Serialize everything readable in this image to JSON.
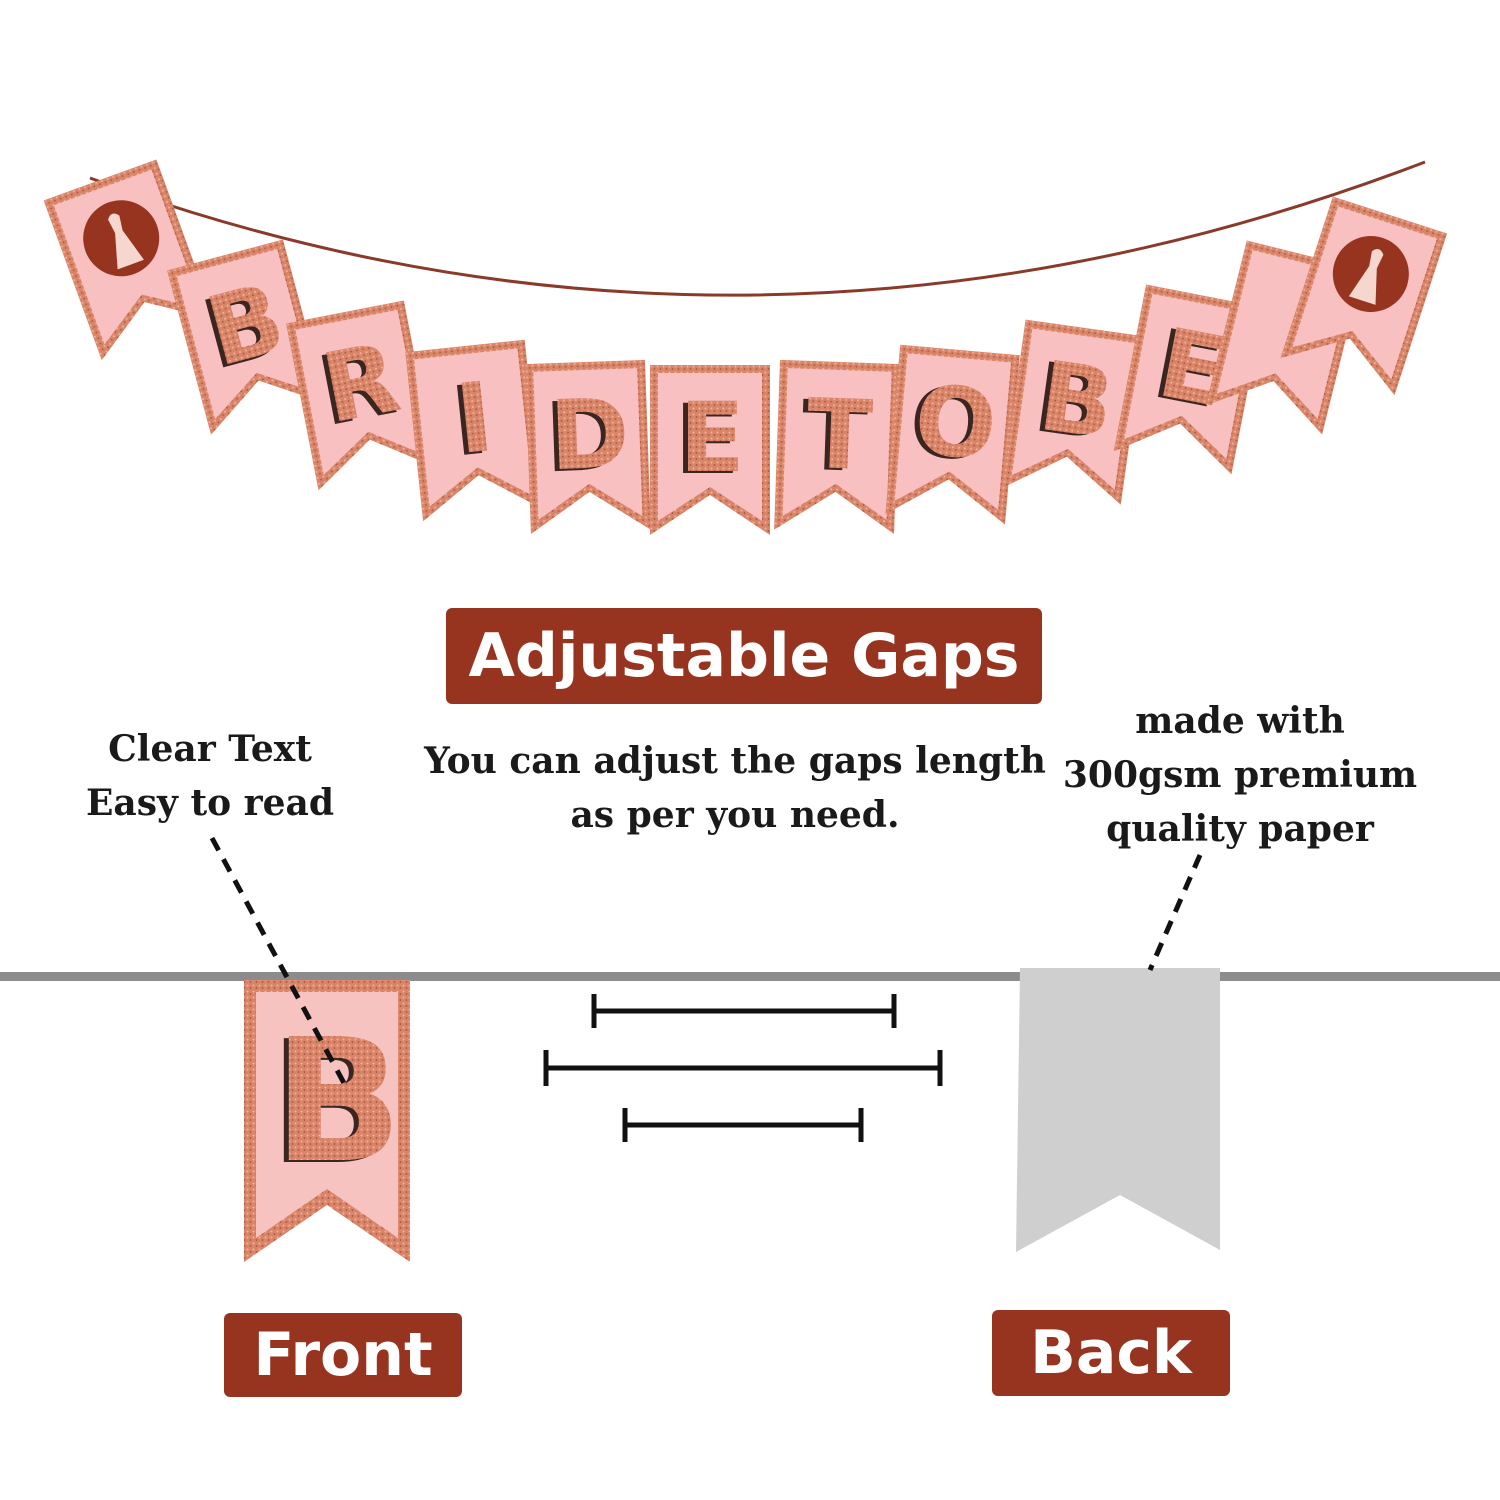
{
  "banner": {
    "letters": [
      "",
      "B",
      "R",
      "I",
      "D",
      "E",
      "",
      "T",
      "O",
      "",
      "B",
      "E",
      ""
    ],
    "colors": {
      "pink": "#f8c0c0",
      "rose_gold": "#d9856a",
      "deep_brown": "#97341f",
      "string": "#8a3a2a"
    },
    "emblem_icon": "bride-silhouette-icon"
  },
  "title_badge": {
    "label": "Adjustable Gaps"
  },
  "notes": {
    "left": {
      "line1": "Clear Text",
      "line2": "Easy to read"
    },
    "center": {
      "line1": "You can adjust the gaps length",
      "line2": "as per you need."
    },
    "right": {
      "line1": "made with",
      "line2": "300gsm premium",
      "line2b": "quality paper"
    }
  },
  "front": {
    "letter": "B",
    "label": "Front"
  },
  "back": {
    "label": "Back",
    "color": "#cfcfcf"
  },
  "gap_bars": {
    "count": 3
  }
}
